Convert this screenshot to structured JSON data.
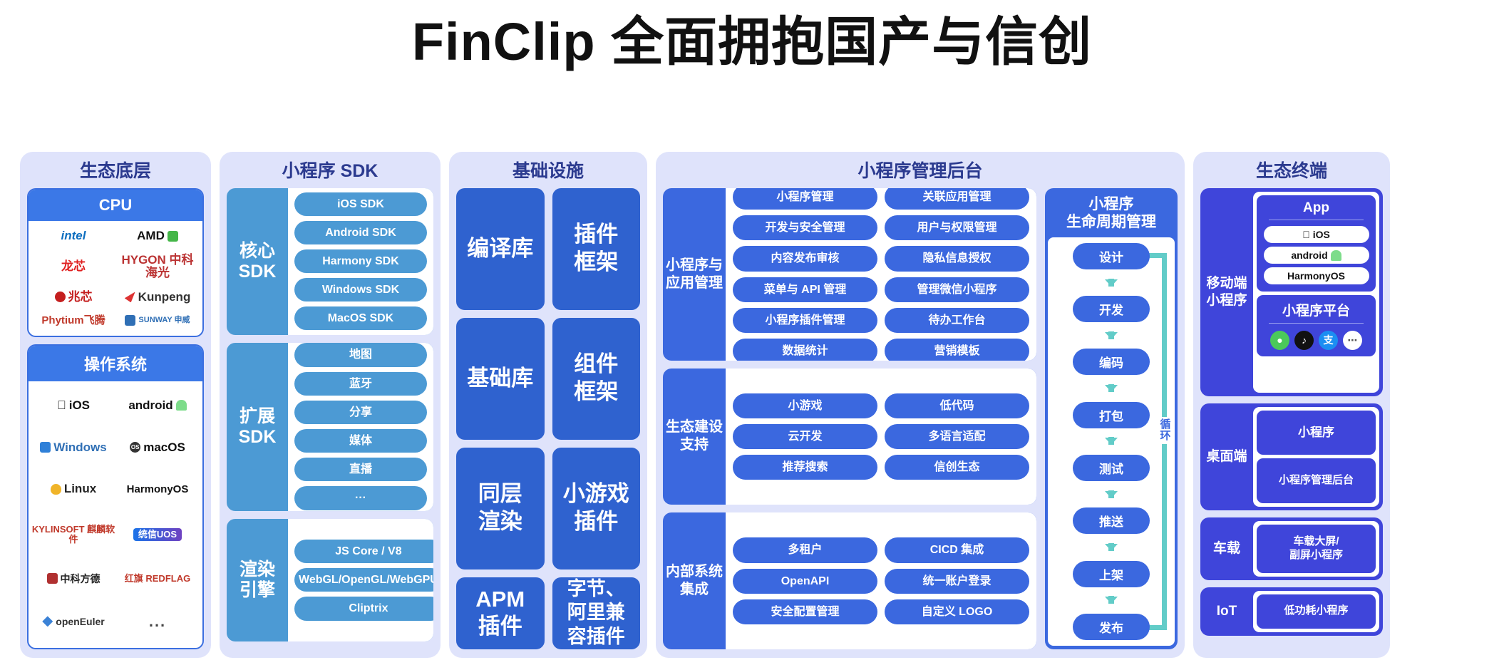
{
  "title": "FinClip 全面拥抱国产与信创",
  "columns": {
    "eco_base": {
      "title": "生态底层",
      "cpu": {
        "header": "CPU",
        "logos": [
          "intel",
          "AMD",
          "龙芯",
          "HYGON 中科海光",
          "兆芯",
          "Kunpeng",
          "Phytium飞腾",
          "SUNWAY 申威"
        ]
      },
      "os": {
        "header": "操作系统",
        "logos": [
          "iOS",
          "android",
          "Windows",
          "macOS",
          "Linux",
          "HarmonyOS",
          "KYLINSOFT 麒麟软件",
          "统信UOS",
          "中科方德",
          "红旗 REDFLAG",
          "openEuler",
          "..."
        ]
      }
    },
    "sdk": {
      "title": "小程序 SDK",
      "groups": [
        {
          "label": "核心\nSDK",
          "items": [
            "iOS SDK",
            "Android SDK",
            "Harmony SDK",
            "Windows SDK",
            "MacOS SDK"
          ]
        },
        {
          "label": "扩展\nSDK",
          "items": [
            "地图",
            "蓝牙",
            "分享",
            "媒体",
            "直播",
            "···"
          ]
        },
        {
          "label": "渲染\n引擎",
          "items": [
            "JS Core / V8",
            "WebGL/OpenGL/WebGPU",
            "Cliptrix"
          ]
        }
      ]
    },
    "infra": {
      "title": "基础设施",
      "cells": [
        "编译库",
        "插件\n框架",
        "基础库",
        "组件\n框架",
        "同层\n渲染",
        "小游戏\n插件",
        "APM\n插件",
        "字节、\n阿里兼\n容插件"
      ]
    },
    "admin": {
      "title": "小程序管理后台",
      "groups": [
        {
          "label": "小程序与\n应用管理",
          "items": [
            "小程序管理",
            "关联应用管理",
            "开发与安全管理",
            "用户与权限管理",
            "内容发布审核",
            "隐私信息授权",
            "菜单与 API 管理",
            "管理微信小程序",
            "小程序插件管理",
            "待办工作台",
            "数据统计",
            "营销模板"
          ]
        },
        {
          "label": "生态建设\n支持",
          "items": [
            "小游戏",
            "低代码",
            "云开发",
            "多语言适配",
            "推荐搜索",
            "信创生态"
          ]
        },
        {
          "label": "内部系统\n集成",
          "items": [
            "多租户",
            "CICD 集成",
            "OpenAPI",
            "统一账户登录",
            "安全配置管理",
            "自定义 LOGO"
          ]
        }
      ],
      "lifecycle": {
        "title": "小程序\n生命周期管理",
        "steps": [
          "设计",
          "开发",
          "编码",
          "打包",
          "测试",
          "推送",
          "上架",
          "发布"
        ],
        "loop_label": "循环"
      }
    },
    "terminals": {
      "title": "生态终端",
      "rows": [
        {
          "label": "移动端\n小程序",
          "cards": [
            {
              "title": "App",
              "pills": [
                "iOS",
                "android",
                "HarmonyOS"
              ]
            },
            {
              "title": "小程序平台",
              "brands": [
                "WeChat",
                "TikTok",
                "Alipay",
                "More"
              ]
            }
          ]
        },
        {
          "label": "桌面端",
          "simple": [
            "小程序",
            "小程序管理后台"
          ]
        },
        {
          "label": "车载",
          "simple": [
            "车载大屏/\n副屏小程序"
          ]
        },
        {
          "label": "IoT",
          "simple": [
            "低功耗小程序"
          ]
        }
      ]
    }
  },
  "colors": {
    "panel_bg": "#dfe3fb",
    "blue_deep": "#3b68df",
    "blue_light": "#4c9ad4",
    "blue_infra": "#2f62cf",
    "indigo": "#3f45da",
    "teal": "#62ccc8",
    "title_text": "#2b3a8f"
  }
}
